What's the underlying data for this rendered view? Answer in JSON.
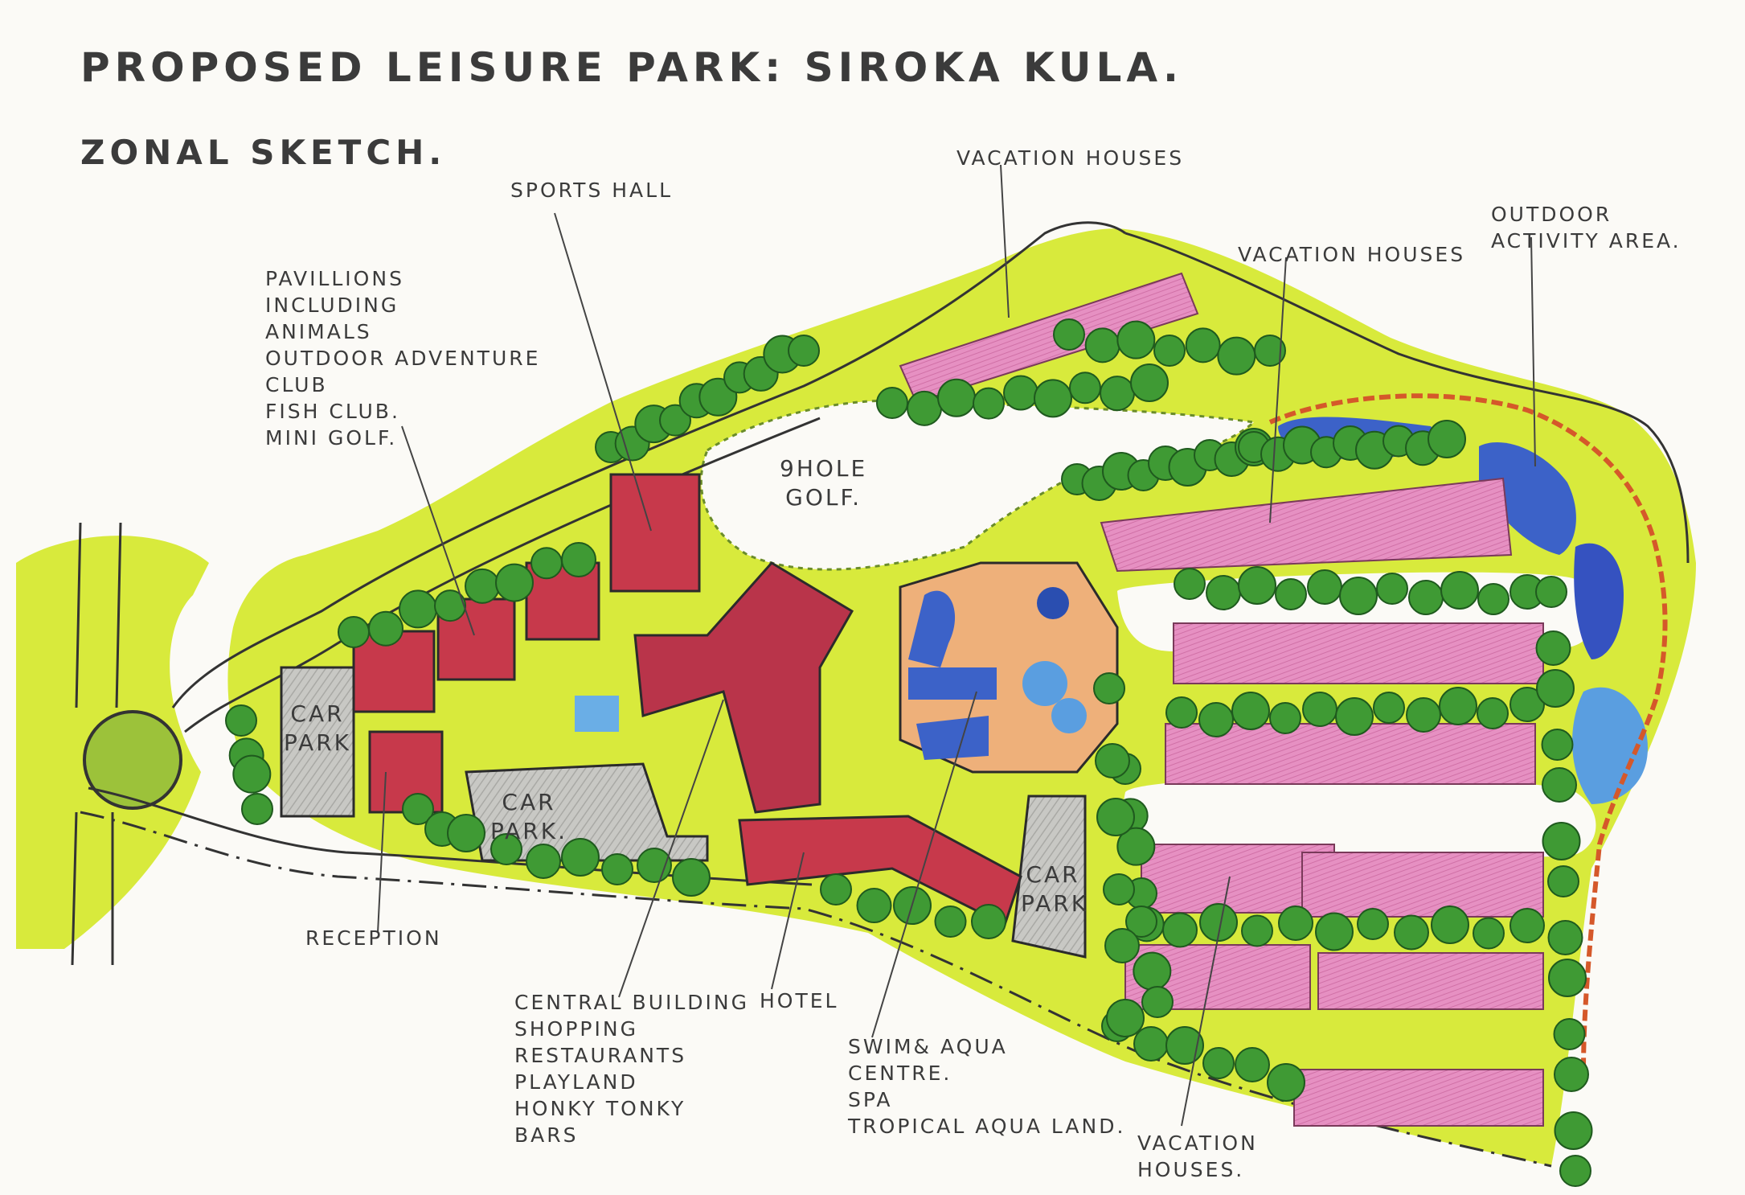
{
  "title": "PROPOSED LEISURE PARK:  SIROKA KULA.",
  "subtitle": "ZONAL SKETCH.",
  "labels": {
    "sports_hall": "SPORTS HALL",
    "vacation_houses_top": "VACATION HOUSES",
    "vacation_houses_mid": "VACATION HOUSES",
    "outdoor_activity": [
      "OUTDOOR",
      "ACTIVITY AREA."
    ],
    "pavilions": [
      "PAVILLIONS",
      "INCLUDING",
      "ANIMALS",
      "OUTDOOR ADVENTURE",
      "CLUB",
      "FISH CLUB.",
      "MINI GOLF."
    ],
    "golf": [
      "9HOLE",
      "GOLF."
    ],
    "car_park_left": [
      "CAR",
      "PARK"
    ],
    "car_park_center": [
      "CAR",
      "PARK."
    ],
    "car_park_right": [
      "CAR",
      "PARK"
    ],
    "reception": "RECEPTION",
    "central_building": [
      "CENTRAL BUILDING",
      "SHOPPING",
      "RESTAURANTS",
      "PLAYLAND",
      "HONKY TONKY",
      "BARS"
    ],
    "hotel": "HOTEL",
    "swim_aqua": [
      "SWIM& AQUA",
      "CENTRE.",
      "SPA",
      "TROPICAL AQUA LAND."
    ],
    "vacation_houses_bottom": [
      "VACATION",
      "HOUSES."
    ]
  },
  "colors": {
    "grass": "#d8ea3c",
    "grass_dark": "#bcd82a",
    "trees": "#3f9a34",
    "houses": "#e37fb6",
    "roof_red": "#c7394b",
    "roof_grey": "#5e5a57",
    "water": "#3c62c8",
    "water_light": "#6aaee6",
    "car_park": "#c8c8c4",
    "path": "#e07a32"
  }
}
